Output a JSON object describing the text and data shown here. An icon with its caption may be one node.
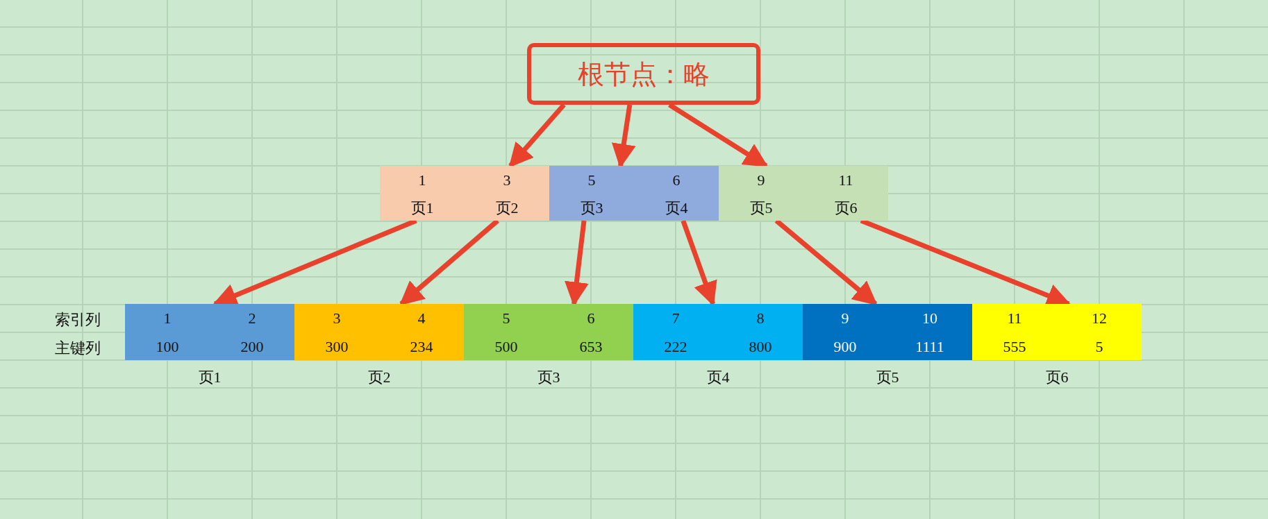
{
  "diagram": {
    "nodes": [
      {
        "text": [
          "根节点：略"
        ]
      },
      {
        "text": [],
        "shape": "box"
      },
      {
        "text": [],
        "shape": "box"
      },
      {
        "text": [],
        "shape": "box"
      },
      {
        "text": [
          "1",
          "页1"
        ],
        "in": 1
      },
      {
        "text": [
          "3",
          "页2"
        ],
        "in": 1
      },
      {
        "text": [
          "5",
          "页3"
        ],
        "in": 2
      },
      {
        "text": [
          "6",
          "页4"
        ],
        "in": 2
      },
      {
        "text": [
          "9",
          "页5"
        ],
        "in": 3
      },
      {
        "text": [
          "11",
          "页6"
        ],
        "in": 3
      },
      {
        "text": [
          "1",
          "2",
          "100",
          "200"
        ],
        "beside": [
          "页1"
        ]
      },
      {
        "text": [
          "3",
          "4",
          "300",
          "234"
        ],
        "beside": [
          "页2"
        ]
      },
      {
        "text": [
          "5",
          "6",
          "500",
          "653"
        ],
        "beside": [
          "页3"
        ]
      },
      {
        "text": [
          "7",
          "8",
          "222",
          "800"
        ],
        "beside": [
          "页4"
        ]
      },
      {
        "text": [
          "9",
          "10",
          "900",
          "1111"
        ],
        "beside": [
          "页5"
        ]
      },
      {
        "text": [
          "11",
          "12",
          "555",
          "5"
        ],
        "beside": [
          "页6"
        ]
      }
    ],
    "edges": [
      {
        "from": 0,
        "to": 1,
        "arrow": "to"
      },
      {
        "from": 0,
        "to": 2,
        "arrow": "to"
      },
      {
        "from": 0,
        "to": 3,
        "arrow": "to"
      },
      {
        "from": 4,
        "to": 10,
        "arrow": "to"
      },
      {
        "from": 5,
        "to": 11,
        "arrow": "to"
      },
      {
        "from": 6,
        "to": 12,
        "arrow": "to"
      },
      {
        "from": 7,
        "to": 13,
        "arrow": "to"
      },
      {
        "from": 8,
        "to": 14,
        "arrow": "to"
      },
      {
        "from": 9,
        "to": 15,
        "arrow": "to"
      }
    ],
    "labels": [
      "索引列",
      "主键列"
    ]
  }
}
